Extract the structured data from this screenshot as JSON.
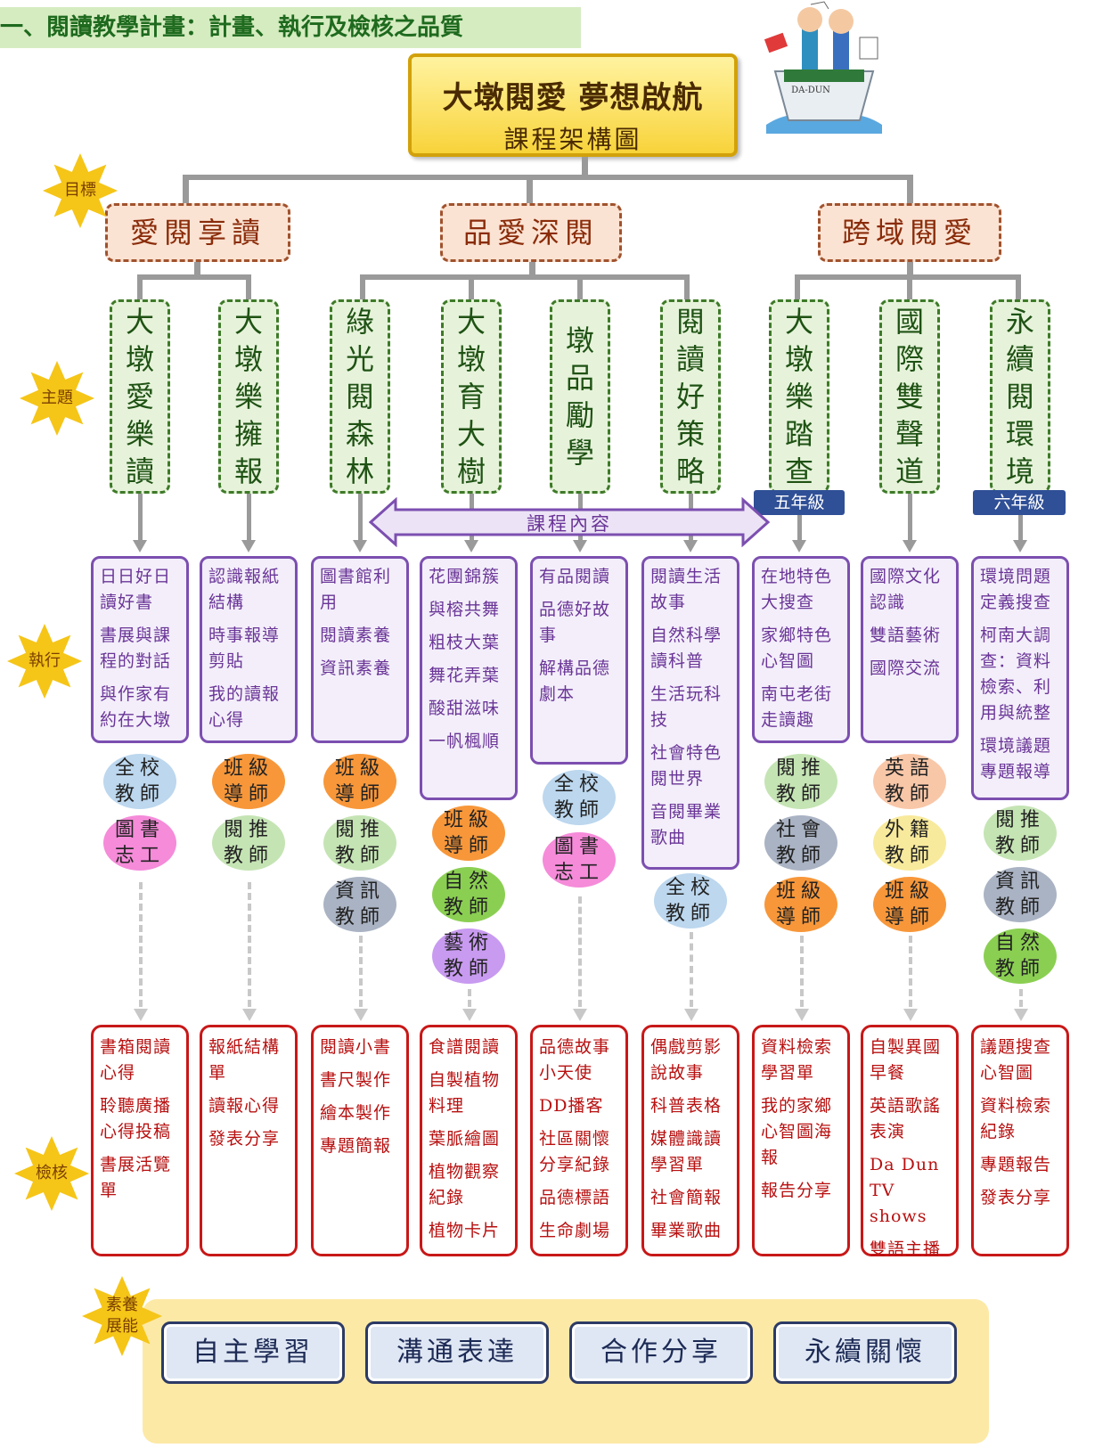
{
  "header": "一、閱讀教學計畫：計畫、執行及檢核之品質",
  "title": {
    "line1": "大墩閱愛 夢想啟航",
    "line2": "課程架構圖"
  },
  "badges": {
    "goal": "目標",
    "theme": "主題",
    "execution": "執行",
    "check": "檢核",
    "competency": "素養展能"
  },
  "logo_text": "DA-DUN",
  "goals": [
    "愛閱享讀",
    "品愛深閱",
    "跨域閱愛"
  ],
  "themes": [
    [
      "大",
      "墩",
      "愛",
      "樂",
      "讀"
    ],
    [
      "大",
      "墩",
      "樂",
      "擁",
      "報"
    ],
    [
      "綠",
      "光",
      "閱",
      "森",
      "林"
    ],
    [
      "大",
      "墩",
      "育",
      "大",
      "樹"
    ],
    [
      "墩",
      "品",
      "勵",
      "學"
    ],
    [
      "閱",
      "讀",
      "好",
      "策",
      "略"
    ],
    [
      "大",
      "墩",
      "樂",
      "踏",
      "查"
    ],
    [
      "國",
      "際",
      "雙",
      "聲",
      "道"
    ],
    [
      "永",
      "續",
      "閱",
      "環",
      "境"
    ]
  ],
  "grade_tags": {
    "fifth": "五年級",
    "sixth": "六年級"
  },
  "course_content_label": "課程內容",
  "contents": [
    [
      "日日好日讀好書",
      "書展與課程的對話",
      "與作家有約在大墩"
    ],
    [
      "認識報紙結構",
      "時事報導剪貼",
      "我的讀報心得"
    ],
    [
      "圖書館利用",
      "閱讀素養",
      "資訊素養"
    ],
    [
      "花團錦簇",
      "與榕共舞",
      "粗枝大葉",
      "舞花弄葉",
      "酸甜滋味",
      "一帆楓順"
    ],
    [
      "有品閱讀",
      "品德好故事",
      "解構品德劇本"
    ],
    [
      "閱讀生活故事",
      "自然科學讀科普",
      "生活玩科技",
      "社會特色閱世界",
      "音閱畢業歌曲"
    ],
    [
      "在地特色大搜查",
      "家鄉特色心智圖",
      "南屯老街走讀趣"
    ],
    [
      "國際文化認識",
      "雙語藝術",
      "國際交流"
    ],
    [
      "環境問題定義搜查",
      "柯南大調查：資料檢索、利用與統整",
      "環境議題專題報導"
    ]
  ],
  "staff": [
    [
      "全校教師",
      "圖書志工"
    ],
    [
      "班級導師",
      "閱推教師"
    ],
    [
      "班級導師",
      "閱推教師",
      "資訊教師"
    ],
    [
      "班級導師",
      "自然教師",
      "藝術教師"
    ],
    [
      "全校教師",
      "圖書志工"
    ],
    [
      "全校教師"
    ],
    [
      "閱推教師",
      "社會教師",
      "班級導師"
    ],
    [
      "英語教師",
      "外籍教師",
      "班級導師"
    ],
    [
      "閱推教師",
      "資訊教師",
      "自然教師"
    ]
  ],
  "staff_colors": {
    "全校教師": "#bcd7ee",
    "圖書志工": "#f58bd9",
    "班級導師": "#f7973a",
    "閱推教師": "#c5e4b4",
    "資訊教師": "#aab3c3",
    "自然教師": "#8bcf52",
    "藝術教師": "#c89af0",
    "社會教師": "#aab3c3",
    "英語教師": "#f8c7a8",
    "外籍教師": "#f8ea9c"
  },
  "evaluations": [
    [
      "書箱閱讀心得",
      "聆聽廣播心得投稿",
      "書展活覽單"
    ],
    [
      "報紙結構單",
      "讀報心得",
      "發表分享"
    ],
    [
      "閱讀小書",
      "書尺製作",
      "繪本製作",
      "專題簡報"
    ],
    [
      "食譜閱讀",
      "自製植物料理",
      "葉脈繪圖",
      "植物觀察紀錄",
      "植物卡片"
    ],
    [
      "品德故事小天使",
      "DD播客",
      "社區關懷分享紀錄",
      "品德標語",
      "生命劇場"
    ],
    [
      "偶戲剪影說故事",
      "科普表格",
      "媒體識讀學習單",
      "社會簡報",
      "畢業歌曲"
    ],
    [
      "資料檢索學習單",
      "我的家鄉心智圖海報",
      "報告分享"
    ],
    [
      "自製異國早餐",
      "英語歌謠表演",
      "Da Dun TV shows",
      "雙語主播"
    ],
    [
      "議題搜查心智圖",
      "資料檢索紀錄",
      "專題報告",
      "發表分享"
    ]
  ],
  "competencies": [
    "自主學習",
    "溝通表達",
    "合作分享",
    "永續關懷"
  ]
}
